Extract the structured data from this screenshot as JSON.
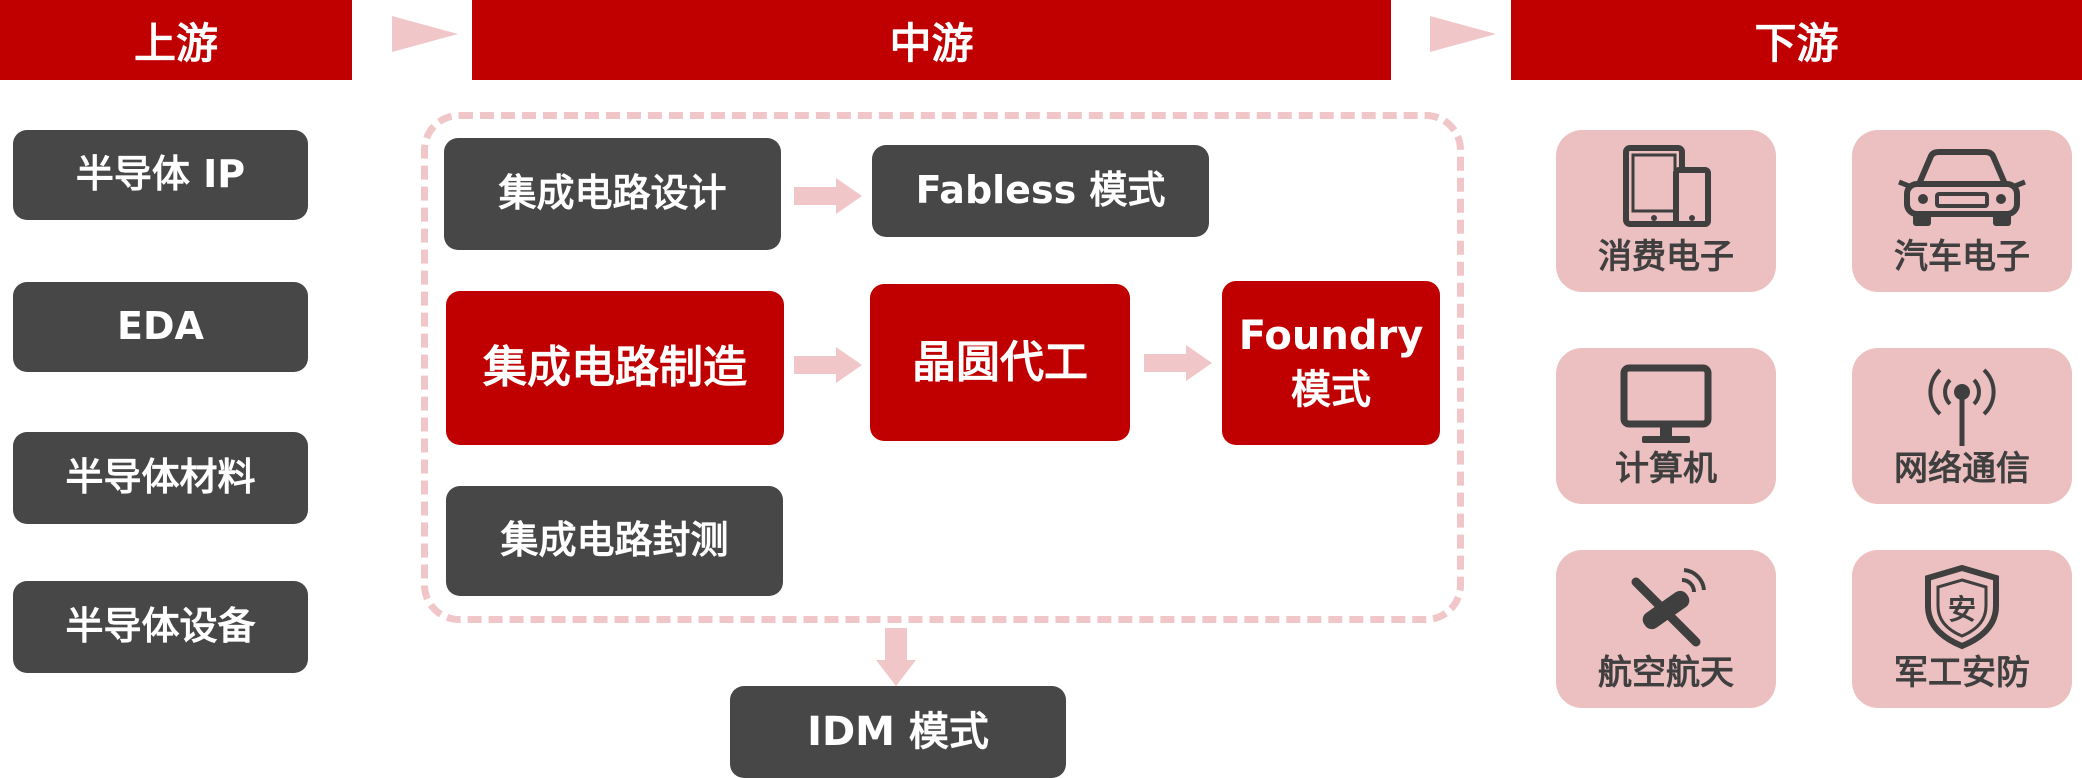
{
  "headers": {
    "upstream": "上游",
    "midstream": "中游",
    "downstream": "下游"
  },
  "upstream_items": [
    "半导体 IP",
    "EDA",
    "半导体材料",
    "半导体设备"
  ],
  "midstream": {
    "design": "集成电路设计",
    "fabless": "Fabless 模式",
    "manufacturing": "集成电路制造",
    "foundry_service": "晶圆代工",
    "foundry_line1": "Foundry",
    "foundry_line2": "模式",
    "packaging": "集成电路封测",
    "idm": "IDM 模式"
  },
  "downstream_items": [
    {
      "label": "消费电子",
      "icon": "tablet-phone-icon"
    },
    {
      "label": "汽车电子",
      "icon": "car-icon"
    },
    {
      "label": "计算机",
      "icon": "monitor-icon"
    },
    {
      "label": "网络通信",
      "icon": "antenna-icon"
    },
    {
      "label": "航空航天",
      "icon": "satellite-icon"
    },
    {
      "label": "军工安防",
      "icon": "shield-icon"
    }
  ],
  "colors": {
    "red": "#c00000",
    "dark": "#474747",
    "pink": "#ecbfc0",
    "arrow": "#f0c6c8"
  }
}
